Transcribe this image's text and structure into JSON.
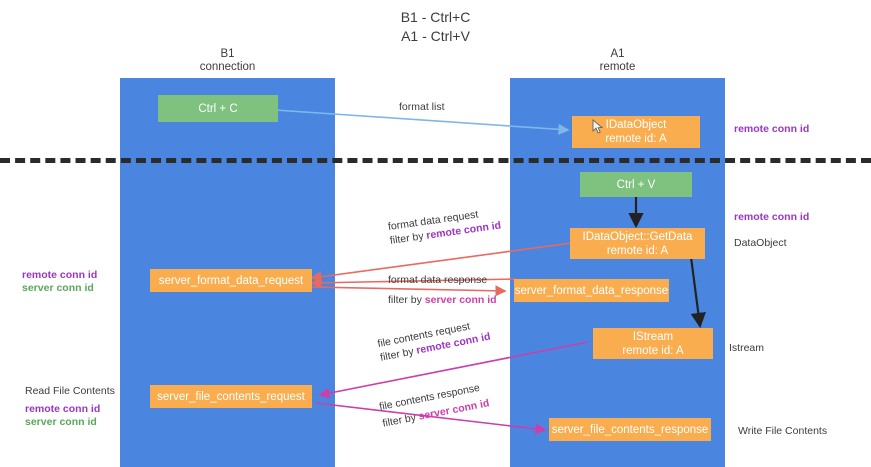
{
  "title": {
    "line1": "B1 - Ctrl+C",
    "line2": "A1 - Ctrl+V"
  },
  "columns": [
    {
      "name": "B1",
      "role": "connection"
    },
    {
      "name": "A1",
      "role": "remote"
    }
  ],
  "boxes": {
    "ctrl_c": {
      "label": "Ctrl + C",
      "color": "#7fc17f"
    },
    "ctrl_v": {
      "label": "Ctrl + V",
      "color": "#7fc17f"
    },
    "idataobject": {
      "line1": "IDataObject",
      "line2": "remote id: A",
      "color": "#f9ad4e"
    },
    "getdata": {
      "line1": "IDataObject::GetData",
      "line2": "remote id: A",
      "color": "#f9ad4e"
    },
    "istream": {
      "line1": "IStream",
      "line2": "remote id: A",
      "color": "#f9ad4e"
    },
    "server_format_data_request": {
      "label": "server_format_data_request",
      "color": "#f9ad4e"
    },
    "server_format_data_response": {
      "label": "server_format_data_response",
      "color": "#f9ad4e"
    },
    "server_file_contents_request": {
      "label": "server_file_contents_request",
      "color": "#f9ad4e"
    },
    "server_file_contents_response": {
      "label": "server_file_contents_response",
      "color": "#f9ad4e"
    }
  },
  "edges": {
    "format_list": {
      "label": "format list"
    },
    "format_data_request": {
      "label": "format data request",
      "filter_prefix": "filter by ",
      "filter_key": "remote conn id"
    },
    "format_data_response": {
      "label": "format data response",
      "filter_prefix": "filter by ",
      "filter_key": "server conn id"
    },
    "file_contents_request": {
      "label": "file contents request",
      "filter_prefix": "filter by ",
      "filter_key": "remote conn id"
    },
    "file_contents_response": {
      "label": "file contents response",
      "filter_prefix": "filter by ",
      "filter_key": "server conn id"
    }
  },
  "side_notes": {
    "remote_conn_id_top": "remote conn id",
    "remote_conn_id_mid": "remote conn id",
    "dataobject": "DataObject",
    "istream": "Istream",
    "write_file_contents": "Write File Contents",
    "read_file_contents": "Read File Contents",
    "left_remote_conn_id_1": "remote conn id",
    "left_server_conn_id_1": "server conn id",
    "left_remote_conn_id_2": "remote conn id",
    "left_server_conn_id_2": "server conn id"
  },
  "colors": {
    "lane": "#4a86e0",
    "green_box": "#7fc17f",
    "orange_box": "#f9ad4e",
    "purple": "#9b35c4",
    "magenta": "#cc3fa8",
    "green_text": "#5aa65a",
    "arrow_red": "#e8695f",
    "arrow_blue": "#7fb8e8",
    "arrow_black": "#222222",
    "background": "#ffffff"
  }
}
